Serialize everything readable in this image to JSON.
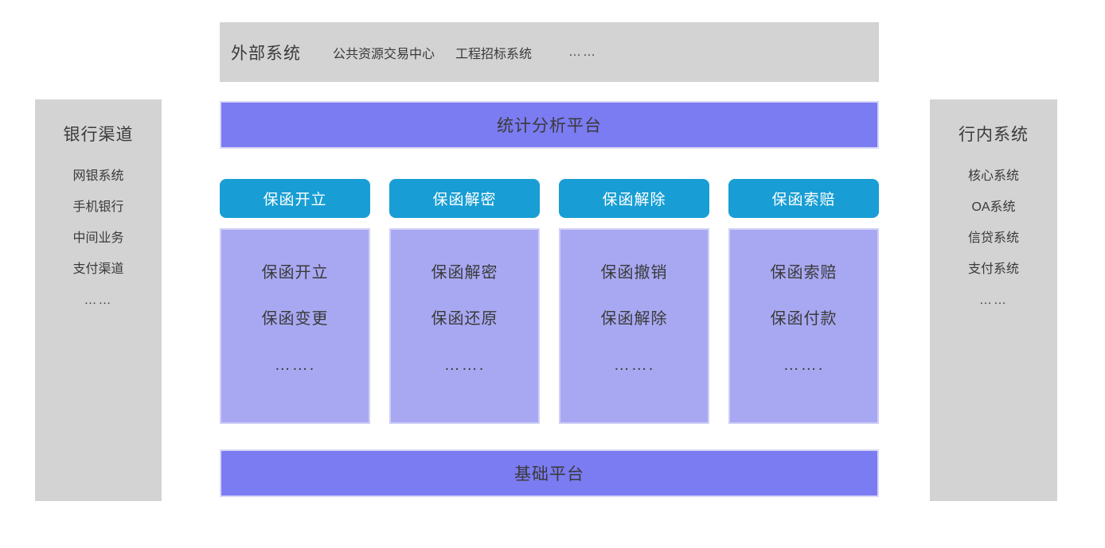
{
  "colors": {
    "panel_gray": "#d3d3d3",
    "platform_purple": "#7b7bf2",
    "body_light_purple": "#a8a8f2",
    "header_teal": "#189ed4",
    "text_dark": "#3a3a3a",
    "text_white": "#ffffff"
  },
  "top_bar": {
    "title": "外部系统",
    "items": [
      "公共资源交易中心",
      "工程招标系统",
      "……"
    ]
  },
  "left_sidebar": {
    "title": "银行渠道",
    "items": [
      "网银系统",
      "手机银行",
      "中间业务",
      "支付渠道",
      "……"
    ]
  },
  "right_sidebar": {
    "title": "行内系统",
    "items": [
      "核心系统",
      "OA系统",
      "信贷系统",
      "支付系统",
      "……"
    ]
  },
  "stats_bar": {
    "label": "统计分析平台"
  },
  "base_bar": {
    "label": "基础平台"
  },
  "columns": [
    {
      "header": "保函开立",
      "items": [
        "保函开立",
        "保函变更",
        "……."
      ]
    },
    {
      "header": "保函解密",
      "items": [
        "保函解密",
        "保函还原",
        "……."
      ]
    },
    {
      "header": "保函解除",
      "items": [
        "保函撤销",
        "保函解除",
        "……."
      ]
    },
    {
      "header": "保函索赔",
      "items": [
        "保函索赔",
        "保函付款",
        "……."
      ]
    }
  ]
}
